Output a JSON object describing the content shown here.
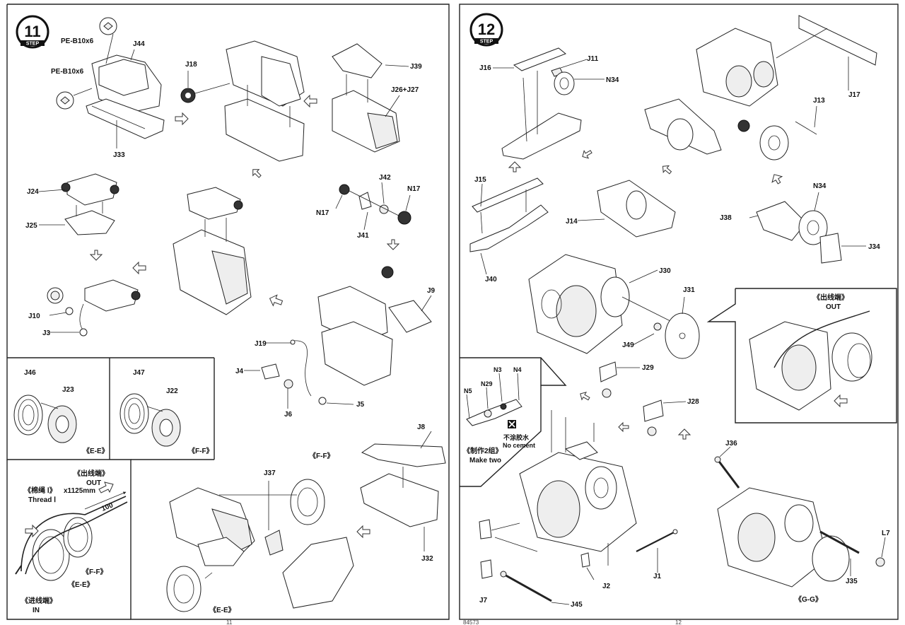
{
  "step11": {
    "number": "11",
    "word": "STEP",
    "labels": {
      "pe1": "PE-B10x6",
      "pe2": "PE-B10x6",
      "j44": "J44",
      "j33": "J33",
      "j18": "J18",
      "j39": "J39",
      "j26j27": "J26+J27",
      "j24": "J24",
      "j25": "J25",
      "j42": "J42",
      "n17a": "N17",
      "n17b": "N17",
      "j41": "J41",
      "j10": "J10",
      "j3": "J3",
      "j9": "J9",
      "j19": "J19",
      "j4": "J4",
      "j6": "J6",
      "j5": "J5",
      "j8": "J8",
      "j32": "J32",
      "j37": "J37"
    },
    "inset_ee": {
      "j46": "J46",
      "j23": "J23",
      "caption": "《E-E》"
    },
    "inset_ff": {
      "j47": "J47",
      "j22": "J22",
      "caption": "《F-F》"
    },
    "thread": {
      "out_cn": "《出线端》",
      "out_en": "OUT",
      "rope_cn": "《棉绳 Ⅰ》",
      "rope_len": "x1125mm",
      "rope_en": "Thread Ⅰ",
      "length": "100",
      "ff": "《F-F》",
      "ee": "《E-E》",
      "in_cn": "《进线端》",
      "in_en": "IN"
    },
    "assembly_ff": "《F-F》",
    "assembly_ee": "《E-E》"
  },
  "step12": {
    "number": "12",
    "word": "STEP",
    "labels": {
      "j16": "J16",
      "j11": "J11",
      "n34a": "N34",
      "j17": "J17",
      "j13": "J13",
      "j15": "J15",
      "j14": "J14",
      "j38": "J38",
      "n34b": "N34",
      "j34": "J34",
      "j40": "J40",
      "j30": "J30",
      "j31": "J31",
      "j49": "J49",
      "j29": "J29",
      "j28": "J28",
      "j36": "J36",
      "l7": "L7",
      "j35": "J35",
      "j2": "J2",
      "j1": "J1",
      "j7": "J7",
      "j45": "J45"
    },
    "inset_make_two": {
      "n3": "N3",
      "n4": "N4",
      "n5": "N5",
      "n29": "N29",
      "no_cement_cn": "不涂胶水",
      "no_cement_en": "No cement",
      "caption_cn": "《制作2组》",
      "caption_en": "Make two"
    },
    "out_inset": {
      "cn": "《出线端》",
      "en": "OUT"
    },
    "gg": "《G-G》"
  },
  "footer": {
    "left": "11",
    "code": "84573",
    "right": "12"
  }
}
